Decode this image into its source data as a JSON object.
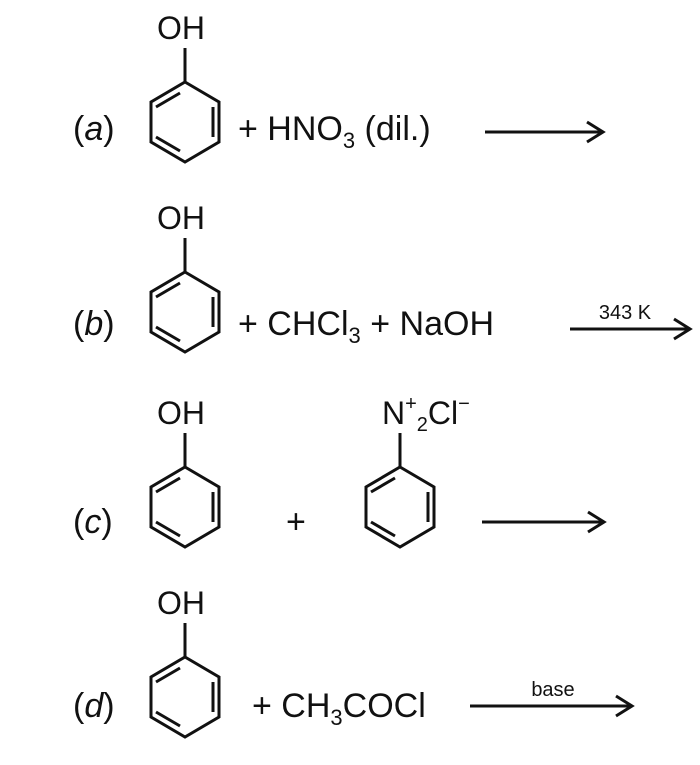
{
  "reactions": [
    {
      "label_open": "(",
      "label_letter": "a",
      "label_close": ")",
      "substituent": "OH",
      "reagent": {
        "text1": "+ HNO",
        "sub1": "3",
        "text2": " (dil.)"
      },
      "condition": ""
    },
    {
      "label_open": "(",
      "label_letter": "b",
      "label_close": ")",
      "substituent": "OH",
      "reagent": {
        "text1": "+ CHCl",
        "sub1": "3",
        "text2": " + NaOH"
      },
      "condition": "343 K"
    },
    {
      "label_open": "(",
      "label_letter": "c",
      "label_close": ")",
      "substituent": "OH",
      "plus": "+",
      "second": {
        "n": "N",
        "n_charge": "+",
        "n_sub": "2",
        "cl": "Cl",
        "cl_charge": "−"
      },
      "condition": ""
    },
    {
      "label_open": "(",
      "label_letter": "d",
      "label_close": ")",
      "substituent": "OH",
      "reagent": {
        "text1": "+ CH",
        "sub1": "3",
        "text2": "COCl"
      },
      "condition": "base"
    }
  ]
}
